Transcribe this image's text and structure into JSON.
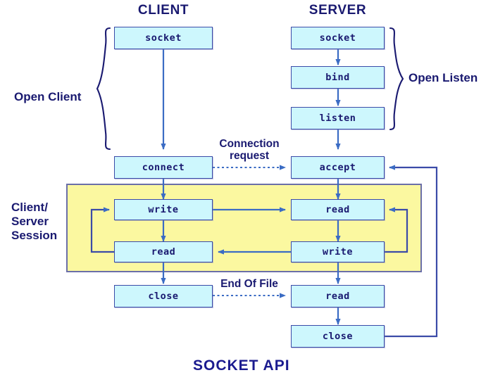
{
  "diagram": {
    "footer_title": "SOCKET API",
    "columns": [
      {
        "id": "client",
        "label": "CLIENT"
      },
      {
        "id": "server",
        "label": "SERVER"
      }
    ],
    "group_labels": [
      {
        "id": "open-client",
        "text": "Open Client"
      },
      {
        "id": "open-listen",
        "text": "Open Listen"
      },
      {
        "id": "client-server-session",
        "text": "Client/\nServer\nSession"
      }
    ],
    "edge_labels": [
      {
        "id": "connection-request",
        "text": "Connection\nrequest"
      },
      {
        "id": "end-of-file",
        "text": "End Of File"
      }
    ],
    "client_nodes": [
      {
        "id": "client-socket",
        "label": "socket"
      },
      {
        "id": "client-connect",
        "label": "connect"
      },
      {
        "id": "client-write",
        "label": "write"
      },
      {
        "id": "client-read",
        "label": "read"
      },
      {
        "id": "client-close",
        "label": "close"
      }
    ],
    "server_nodes": [
      {
        "id": "server-socket",
        "label": "socket"
      },
      {
        "id": "server-bind",
        "label": "bind"
      },
      {
        "id": "server-listen",
        "label": "listen"
      },
      {
        "id": "server-accept",
        "label": "accept"
      },
      {
        "id": "server-read",
        "label": "read"
      },
      {
        "id": "server-write",
        "label": "write"
      },
      {
        "id": "server-read2",
        "label": "read"
      },
      {
        "id": "server-close",
        "label": "close"
      }
    ],
    "colors": {
      "box_fill": "#cdf7fd",
      "box_stroke": "#3b4ba8",
      "session_fill": "#fbf8a0",
      "session_stroke": "#6b6fa8",
      "arrow": "#3b6cc4",
      "text": "#191970"
    }
  }
}
